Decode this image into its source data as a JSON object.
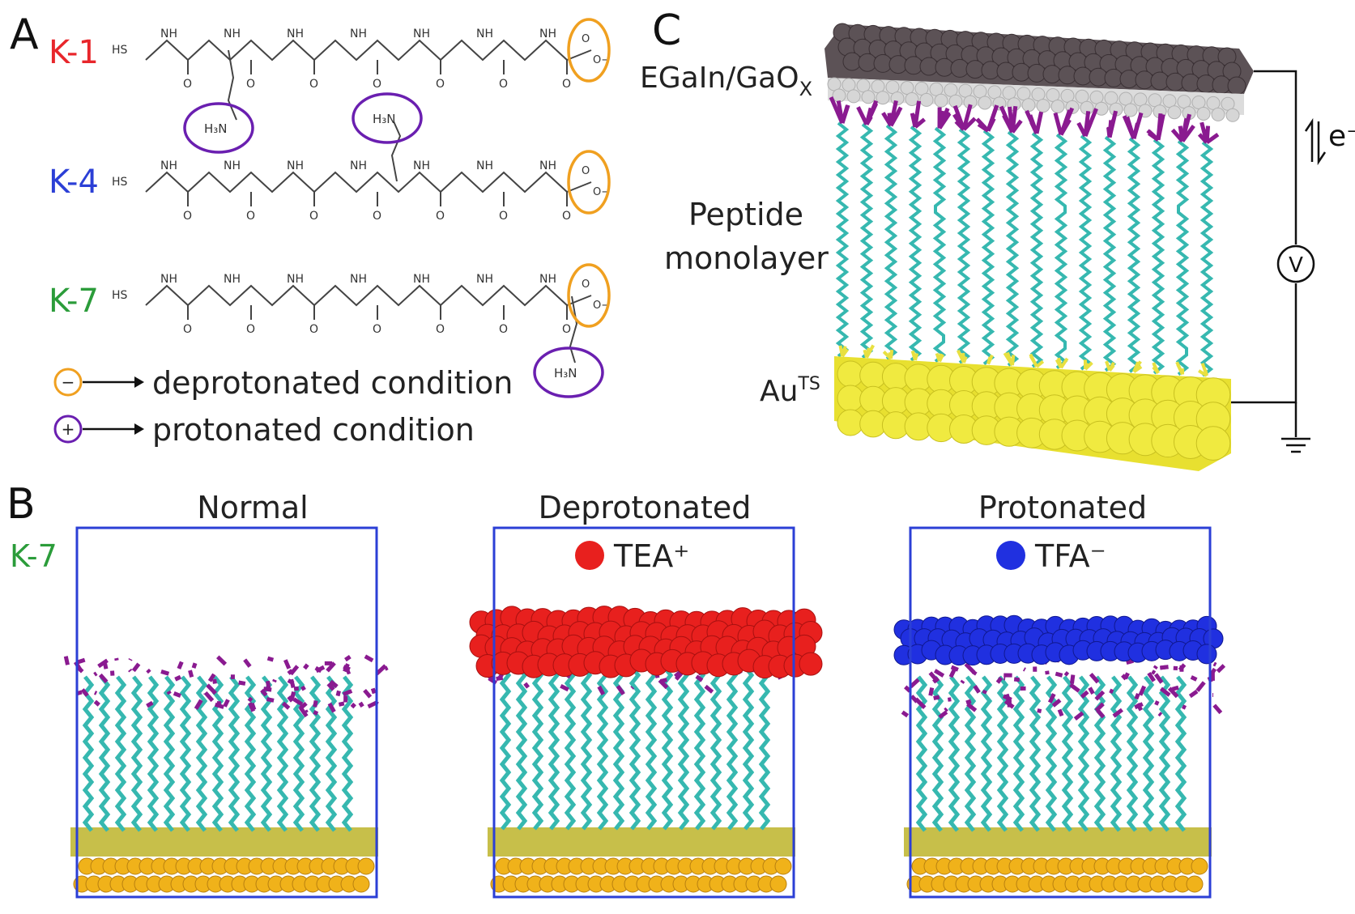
{
  "panels": {
    "a": {
      "letter": "A",
      "molecules": [
        {
          "name": "K-1",
          "color": "#e8262b"
        },
        {
          "name": "K-4",
          "color": "#2b3fd6"
        },
        {
          "name": "K-7",
          "color": "#2b9c3a"
        }
      ],
      "atoms": {
        "sh": "HS",
        "nh": "NH",
        "o": "O",
        "amine": "H₃N",
        "minus": "−",
        "plus": "+"
      },
      "legend": [
        {
          "symbol": "−",
          "text": "deprotonated condition",
          "color": "#f0a020"
        },
        {
          "symbol": "+",
          "text": "protonated condition",
          "color": "#6a1fb0"
        }
      ]
    },
    "b": {
      "letter": "B",
      "molecule": "K-7",
      "molecule_color": "#2b9c3a",
      "boxes": [
        {
          "title": "Normal",
          "ion": "",
          "ion_color": ""
        },
        {
          "title": "Deprotonated",
          "ion": "TEA⁺",
          "ion_color": "#e8201e"
        },
        {
          "title": "Protonated",
          "ion": "TFA⁻",
          "ion_color": "#2030e0"
        }
      ]
    },
    "c": {
      "letter": "C",
      "top_electrode": "EGaIn/GaOX",
      "layer_line1": "Peptide",
      "layer_line2": "monolayer",
      "bottom_electrode": "AuTS",
      "electron": "e⁻",
      "voltmeter": "V"
    }
  },
  "colors": {
    "gold": "#f0ea40",
    "substrate": "#f0b21a",
    "egain": "#5c5256",
    "oxide": "#d6d6d6",
    "peptide": "#36b8b0",
    "lysine": "#8a1a90",
    "box": "#2b3fd6"
  }
}
